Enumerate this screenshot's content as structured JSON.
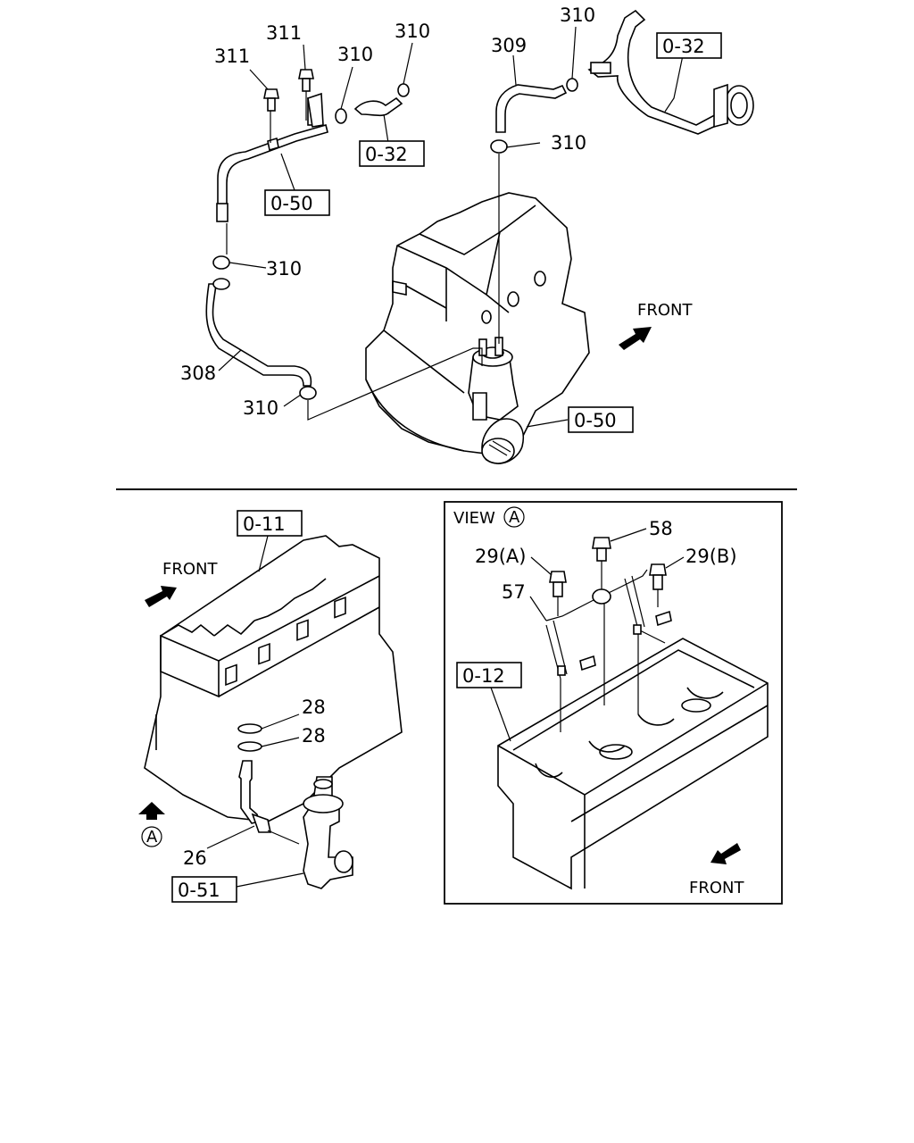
{
  "upper_section": {
    "callouts": {
      "c311_left": "311",
      "c311_right": "311",
      "c310_a": "310",
      "c310_b": "310",
      "c310_c": "310",
      "c310_d": "310",
      "c310_e": "310",
      "c310_f": "310",
      "c309": "309",
      "c308": "308"
    },
    "refs": {
      "ref_032_top": "0-32",
      "ref_032_mid": "0-32",
      "ref_050_left": "0-50",
      "ref_050_right": "0-50"
    },
    "front_label": "FRONT"
  },
  "lower_left": {
    "ref_011": "0-11",
    "front_label": "FRONT",
    "callouts": {
      "c28_a": "28",
      "c28_b": "28",
      "c26": "26"
    },
    "view_marker": "A",
    "ref_051": "0-51"
  },
  "lower_right": {
    "view_title": "VIEW",
    "view_marker": "A",
    "callouts": {
      "c58": "58",
      "c29a": "29(A)",
      "c29b": "29(B)",
      "c57": "57"
    },
    "ref_012": "0-12",
    "front_label": "FRONT"
  }
}
